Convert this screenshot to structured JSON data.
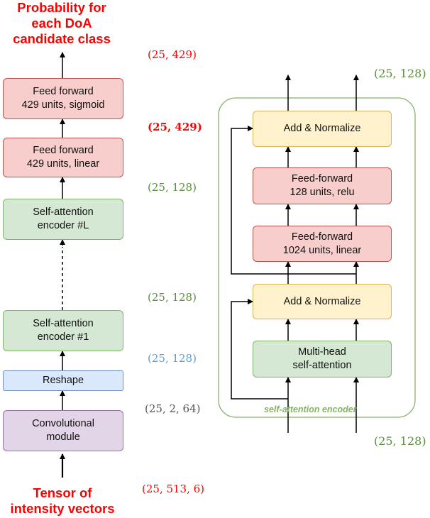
{
  "colors": {
    "red_text": "#ff0000",
    "green_text": "#5a8f3c",
    "blue_text": "#5aa0d8",
    "gray_text": "#555555",
    "encoder_border": "#82b366"
  },
  "left": {
    "output_label": "Probability for\neach DoA\ncandidate class",
    "input_label": "Tensor of\nintensity vectors",
    "ff_sigmoid": "Feed forward\n429 units, sigmoid",
    "ff_linear": "Feed forward\n429 units, linear",
    "encoder_L": "Self-attention\nencoder #L",
    "encoder_1": "Self-attention\nencoder #1",
    "reshape": "Reshape",
    "conv": "Convolutional\nmodule"
  },
  "dims": {
    "out": "(25, 429)",
    "sigmoid_in": "(25, 429)",
    "linear_in": "(25, 128)",
    "between_encoders": "(25, 128)",
    "reshape_out": "(25, 128)",
    "conv_out": "(25, 2, 64)",
    "input": "(25, 513, 6)",
    "encoder_out": "(25, 128)",
    "encoder_in": "(25, 128)"
  },
  "right": {
    "add_norm_top": "Add & Normalize",
    "ff_relu": "Feed-forward\n128 units, relu",
    "ff_linear": "Feed-forward\n1024 units, linear",
    "add_norm_bottom": "Add & Normalize",
    "mha": "Multi-head\nself-attention",
    "caption": "self-attention encoder"
  }
}
